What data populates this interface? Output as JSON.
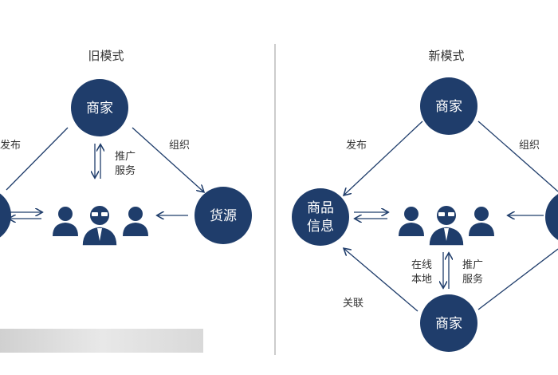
{
  "colors": {
    "node": "#1f3d6b",
    "line": "#1f3d6b",
    "text": "#333333",
    "divider": "#999999"
  },
  "old_model": {
    "title": "旧模式",
    "nodes": {
      "top": "商家",
      "right": "货源"
    },
    "edges": {
      "left": "发布",
      "right": "组织",
      "center_line1": "推广",
      "center_line2": "服务"
    },
    "people_icon": "group-of-three-people-icon"
  },
  "new_model": {
    "title": "新模式",
    "nodes": {
      "top": "商家",
      "left_line1": "商品",
      "left_line2": "信息",
      "bottom": "商家"
    },
    "edges": {
      "top_left": "发布",
      "top_right": "组织",
      "bottom_left": "关联",
      "center_left_line1": "在线",
      "center_left_line2": "本地",
      "center_right_line1": "推广",
      "center_right_line2": "服务"
    },
    "people_icon": "group-of-three-people-icon"
  }
}
